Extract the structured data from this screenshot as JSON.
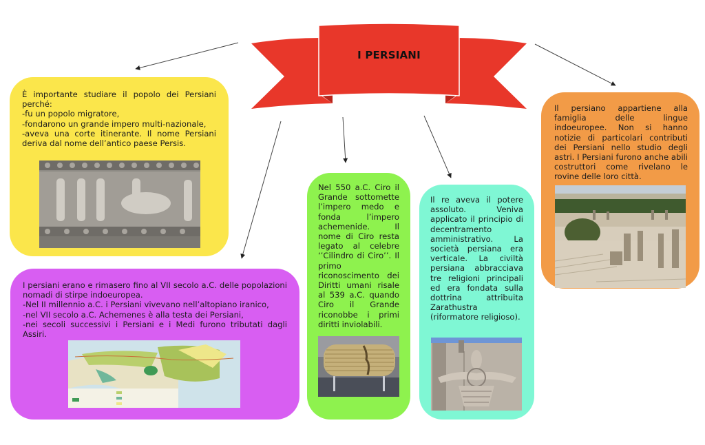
{
  "title": "I PERSIANI",
  "colors": {
    "banner": "#e8372a",
    "banner_dark": "#b8251c",
    "yellow_box": "#fbe64b",
    "purple_box": "#d85ef2",
    "green_box": "#8ef24e",
    "teal_box": "#7ff7d4",
    "orange_box": "#f29b47",
    "arrow": "#333333"
  },
  "boxes": {
    "why_study": {
      "text": "È importante studiare il popolo dei Persiani perché:\n-fu un popolo migratore,\n-fondarono un grande impero multi-nazionale,\n-aveva una corte itinerante. Il nome Persiani deriva dal nome dell’antico paese Persis.",
      "image": "relief-of-tribute-bearers"
    },
    "origins": {
      "text": "I persiani erano e rimasero fino al VII secolo a.C. delle popolazioni nomadi di stirpe indoeuropea.\n-Nel II millennio a.C. i Persiani vivevano nell’altopiano iranico,\n-nel VII secolo a.C. Achemenes è alla testa dei Persiani,\n-nei secoli successivi i Persiani e i Medi furono tributati dagli Assiri.",
      "image": "map-of-persian-empire"
    },
    "cyrus": {
      "text": "Nel 550 a.C. Ciro il Grande sottomette l’impero medo e fonda l’impero achemenide. Il nome di Ciro resta legato al celebre ‘’Cilindro di Ciro’’. Il primo riconoscimento dei Diritti umani risale al 539 a.C. quando Ciro il Grande riconobbe i primi diritti inviolabili.",
      "image": "cyrus-cylinder"
    },
    "government": {
      "text": "Il re aveva il potere assoluto. Veniva applicato il principio di decentramento amministrativo. La società persiana era verticale. La civiltà persiana abbracciava tre religioni principali ed era fondata sulla dottrina attribuita Zarathustra (riformatore religioso).",
      "image": "faravahar-relief"
    },
    "language": {
      "text": "Il persiano appartiene alla famiglia delle lingue indoeuropee. Non si hanno notizie di particolari contributi dei Persiani nello studio degli astri. I Persiani furono anche abili costruttori come rivelano le rovine delle loro città.",
      "image": "persepolis-ruins"
    }
  }
}
